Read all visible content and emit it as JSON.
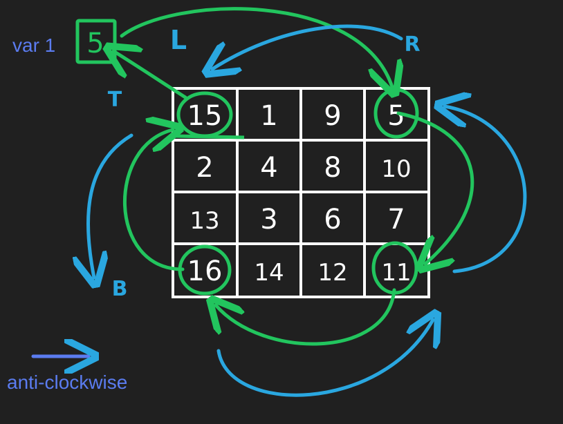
{
  "title_variable": "var 1",
  "temp_value": "5",
  "direction_caption": "anti-clockwise",
  "labels": {
    "left": "L",
    "right": "R",
    "top": "T",
    "bottom": "B"
  },
  "grid": [
    [
      "15",
      "1",
      "9",
      "5"
    ],
    [
      "2",
      "4",
      "8",
      "10"
    ],
    [
      "13",
      "3",
      "6",
      "7"
    ],
    [
      "16",
      "14",
      "12",
      "11"
    ]
  ],
  "highlighted_cells": [
    "0,0",
    "0,3",
    "3,0",
    "3,3"
  ],
  "colors": {
    "background": "#202020",
    "grid_lines": "#ffffff",
    "green": "#22c55e",
    "blue": "#2aa7e0",
    "caption": "#5b7cf0"
  }
}
